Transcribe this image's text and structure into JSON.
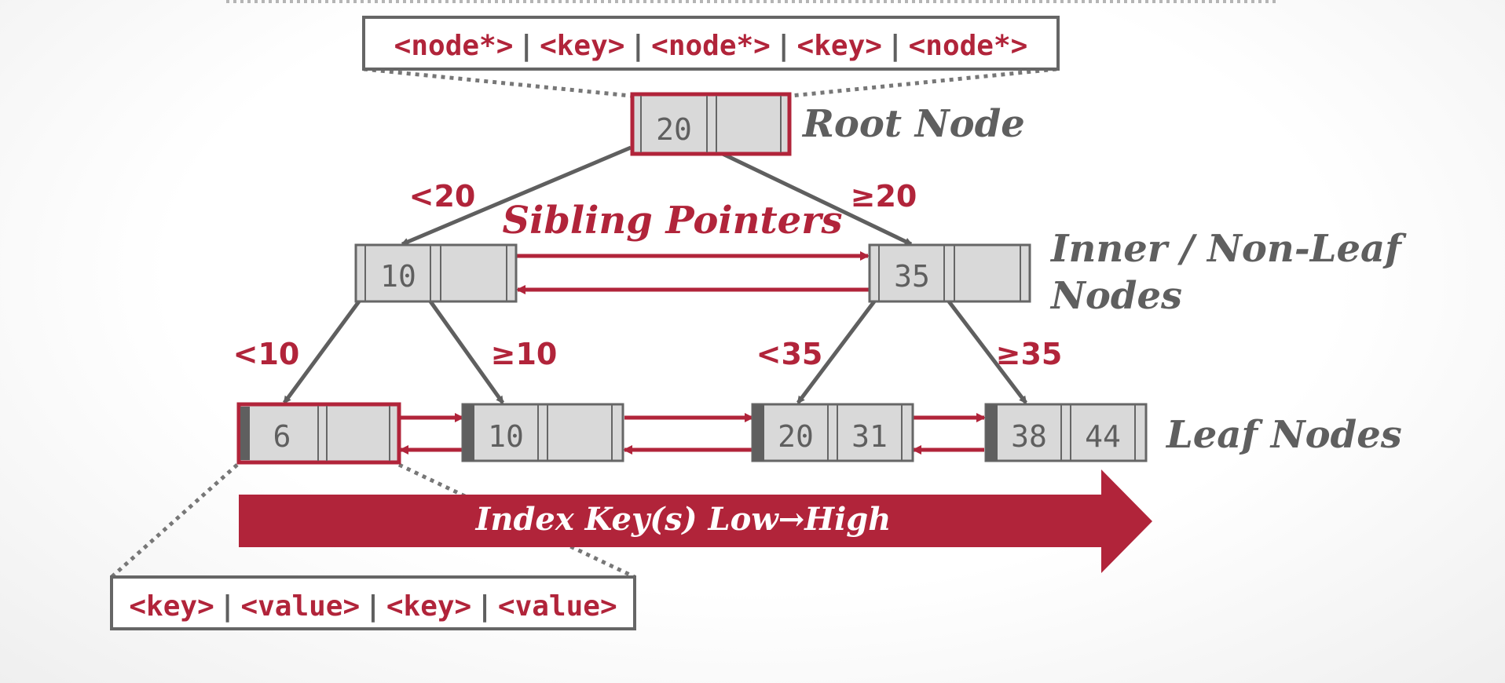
{
  "root_format": {
    "parts": [
      "<node*>",
      "|",
      "<key>",
      "|",
      "<node*>",
      "|",
      "<key>",
      "|",
      "<node*>"
    ]
  },
  "leaf_format": {
    "parts": [
      "<key>",
      "|",
      "<value>",
      "|",
      "<key>",
      "|",
      "<value>"
    ]
  },
  "labels": {
    "root": "Root Node",
    "inner_line1": "Inner / Non-Leaf",
    "inner_line2": "Nodes",
    "leaf": "Leaf Nodes",
    "sibling": "Sibling Pointers",
    "arrow": "Index Key(s) Low→High"
  },
  "edges": {
    "root_left": "<20",
    "root_right": "≥20",
    "inner_left_left": "<10",
    "inner_left_right": "≥10",
    "inner_right_left": "<35",
    "inner_right_right": "≥35"
  },
  "nodes": {
    "root": {
      "keys": [
        "20",
        ""
      ]
    },
    "inner_left": {
      "keys": [
        "10",
        ""
      ]
    },
    "inner_right": {
      "keys": [
        "35",
        ""
      ]
    },
    "leaf1": {
      "keys": [
        "6",
        ""
      ]
    },
    "leaf2": {
      "keys": [
        "10",
        ""
      ]
    },
    "leaf3": {
      "keys": [
        "20",
        "31"
      ]
    },
    "leaf4": {
      "keys": [
        "38",
        "44"
      ]
    }
  },
  "colors": {
    "accent": "#b1243a",
    "node_fill": "#d9d9d9",
    "node_stroke": "#666666",
    "text_grey": "#5f5f5f"
  }
}
